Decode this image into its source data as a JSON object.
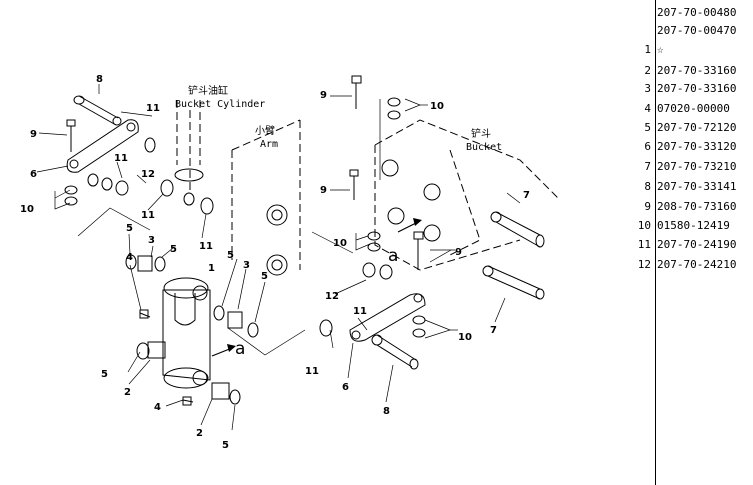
{
  "diagram": {
    "labels": {
      "cylinder_cn": "铲斗油缸",
      "cylinder_en": "Bucket Cylinder",
      "arm_cn": "小臂",
      "arm_en": "Arm",
      "bucket_cn": "铲斗",
      "bucket_en": "Bucket",
      "a": "a"
    },
    "callouts": [
      "1",
      "2",
      "3",
      "4",
      "5",
      "6",
      "7",
      "8",
      "9",
      "10",
      "11",
      "12"
    ]
  },
  "parts_list": [
    {
      "index": "",
      "part_no": "207-70-00480"
    },
    {
      "index": "",
      "part_no": "207-70-00470"
    },
    {
      "index": "1",
      "part_no": "☆"
    },
    {
      "index": "2",
      "part_no": "207-70-33160"
    },
    {
      "index": "3",
      "part_no": "207-70-33160"
    },
    {
      "index": "4",
      "part_no": "07020-00000"
    },
    {
      "index": "5",
      "part_no": "207-70-72120"
    },
    {
      "index": "6",
      "part_no": "207-70-33120"
    },
    {
      "index": "7",
      "part_no": "207-70-73210"
    },
    {
      "index": "8",
      "part_no": "207-70-33141"
    },
    {
      "index": "9",
      "part_no": "208-70-73160"
    },
    {
      "index": "10",
      "part_no": "01580-12419"
    },
    {
      "index": "11",
      "part_no": "207-70-24190"
    },
    {
      "index": "12",
      "part_no": "207-70-24210"
    }
  ]
}
